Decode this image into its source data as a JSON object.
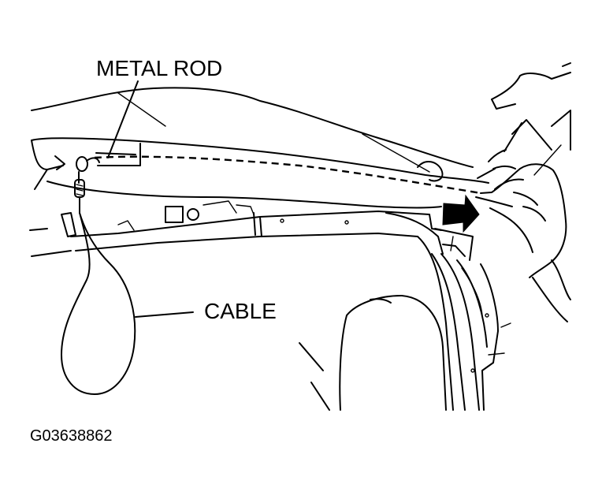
{
  "figure": {
    "labels": {
      "metal_rod": "METAL ROD",
      "cable": "CABLE",
      "figure_code": "G03638862"
    },
    "colors": {
      "ink": "#000000",
      "paper": "#ffffff"
    }
  }
}
